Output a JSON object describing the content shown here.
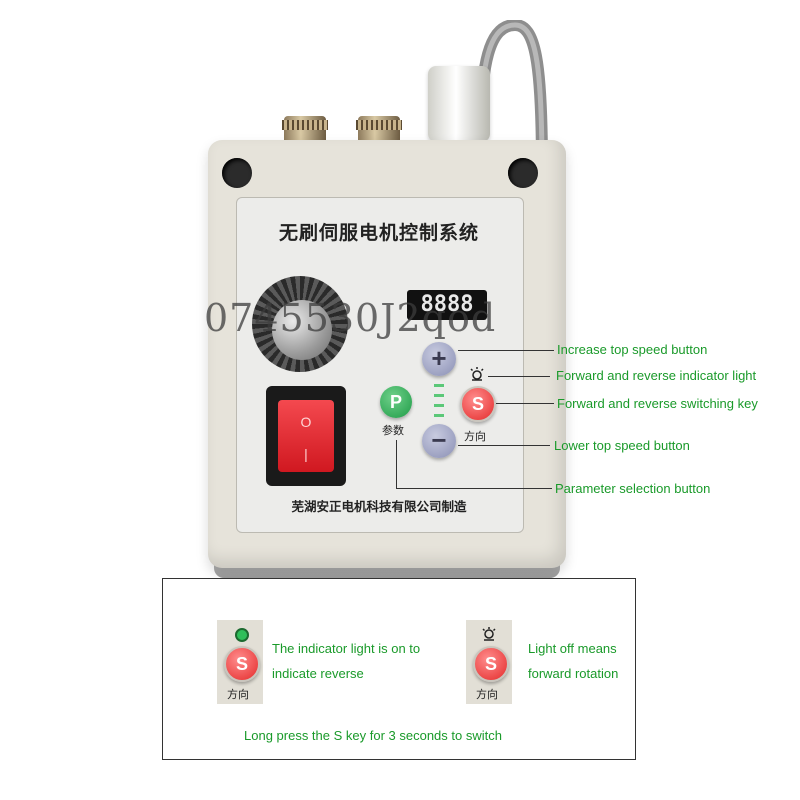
{
  "panel": {
    "title": "无刷伺服电机控制系统",
    "manufacturer": "芜湖安正电机科技有限公司制造",
    "display_value": "8888",
    "plus_symbol": "+",
    "minus_symbol": "−",
    "p_button": "P",
    "p_caption": "参数",
    "s_button": "S",
    "s_caption": "方向",
    "switch_mark": "O\n|"
  },
  "watermark": "0745530J2qod",
  "annotations": {
    "increase": "Increase top speed button",
    "indicator": "Forward and reverse indicator light",
    "switching": "Forward and reverse switching key",
    "lower": "Lower top speed button",
    "parameter": "Parameter selection button"
  },
  "legend": {
    "reverse_line1": "The indicator light is on to",
    "reverse_line2": "indicate reverse",
    "forward_line1": "Light off means",
    "forward_line2": "forward rotation",
    "s_label": "S",
    "direction_caption": "方向",
    "instruction": "Long press the S key for 3 seconds to switch"
  },
  "colors": {
    "annotation_green": "#1a9a2a",
    "indicator_on": "#2fbf5a",
    "s_red": "#e42a2a",
    "p_green": "#1e9b46"
  }
}
